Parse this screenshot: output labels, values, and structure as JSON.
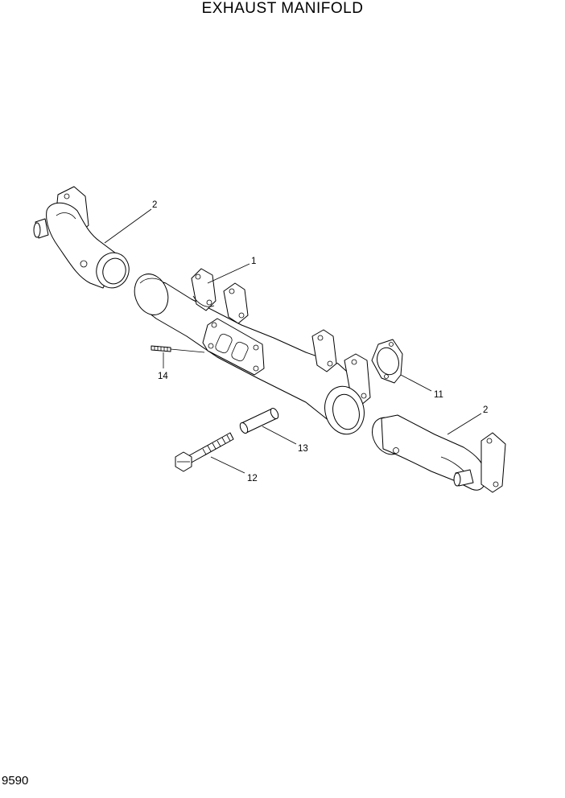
{
  "header": {
    "title": "EXHAUST MANIFOLD"
  },
  "footer": {
    "page_number": "9590"
  },
  "callouts": {
    "front_elbow": "2",
    "manifold": "1",
    "stud": "14",
    "gasket": "11",
    "rear_elbow": "2",
    "sleeve": "13",
    "bolt": "12"
  }
}
